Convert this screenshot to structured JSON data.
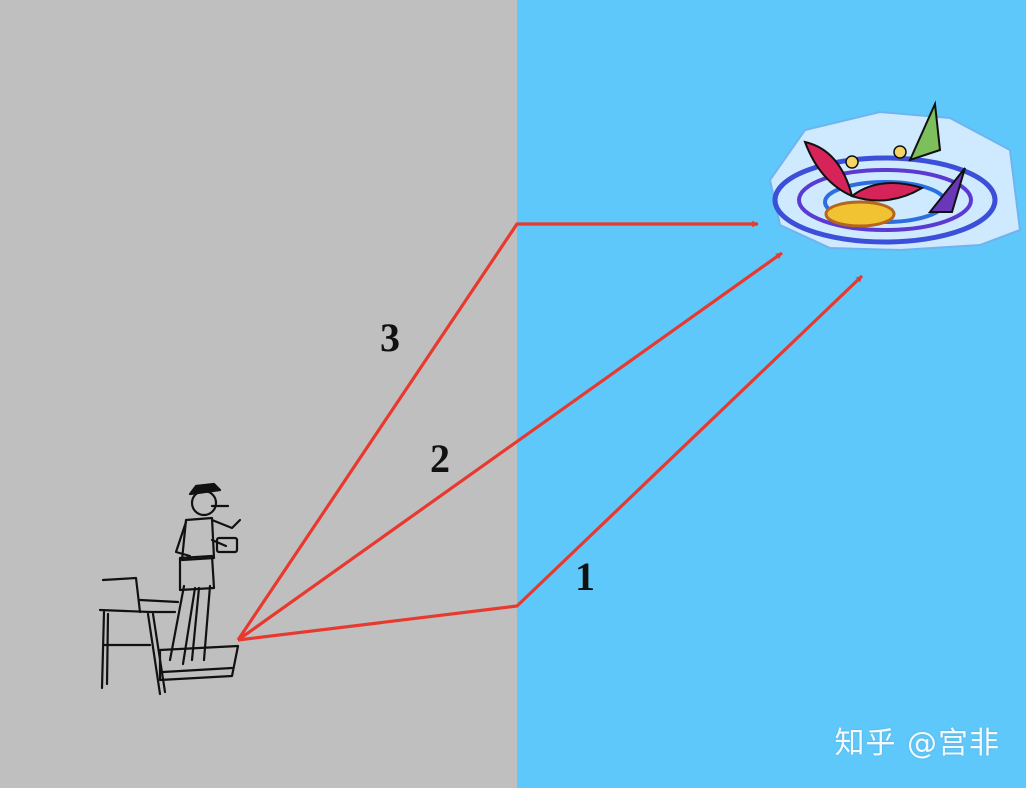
{
  "colors": {
    "land": "#bfbfbf",
    "water": "#5fc8fa",
    "path": "#e8392f",
    "label": "#111111"
  },
  "icons": {
    "lifeguard": "lifeguard-on-chair-icon",
    "swimmer": "drowning-swimmer-in-whirlpool-icon"
  },
  "paths": [
    {
      "id": "1",
      "label": "1"
    },
    {
      "id": "2",
      "label": "2"
    },
    {
      "id": "3",
      "label": "3"
    }
  ],
  "watermark": "知乎 @宫非"
}
